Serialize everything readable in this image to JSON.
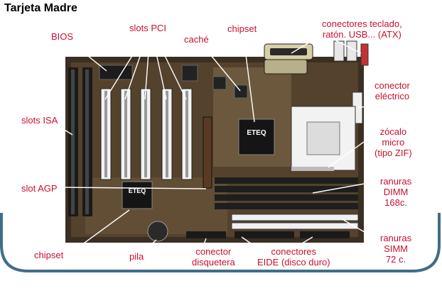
{
  "title": "Tarjeta Madre",
  "labels": {
    "bios": "BIOS",
    "slots_pci": "slots PCI",
    "cache": "caché",
    "chipset_top": "chipset",
    "connectors_keyboard": "conectores teclado,\nratón. USB... (ATX)",
    "power_connector": "conector\neléctrico",
    "slots_isa": "slots ISA",
    "cpu_socket": "zócalo\nmicro\n(tipo ZIF)",
    "slot_agp": "slot AGP",
    "dimm_slots": "ranuras\nDIMM\n168c.",
    "simm_slots": "ranuras\nSIMM\n72 c.",
    "chipset_bottom": "chipset",
    "battery": "pila",
    "floppy_connector": "conector\ndisquetera",
    "eide_connectors": "conectores\nEIDE (disco duro)"
  },
  "chip_marks": {
    "north_bridge": "ETEQ",
    "south_bridge": "ETEQ"
  },
  "colors": {
    "label_red": "#c8102e",
    "frame_blue": "#3f6e88",
    "board_dark": "#3a2f22",
    "board_brown": "#6b5234"
  }
}
